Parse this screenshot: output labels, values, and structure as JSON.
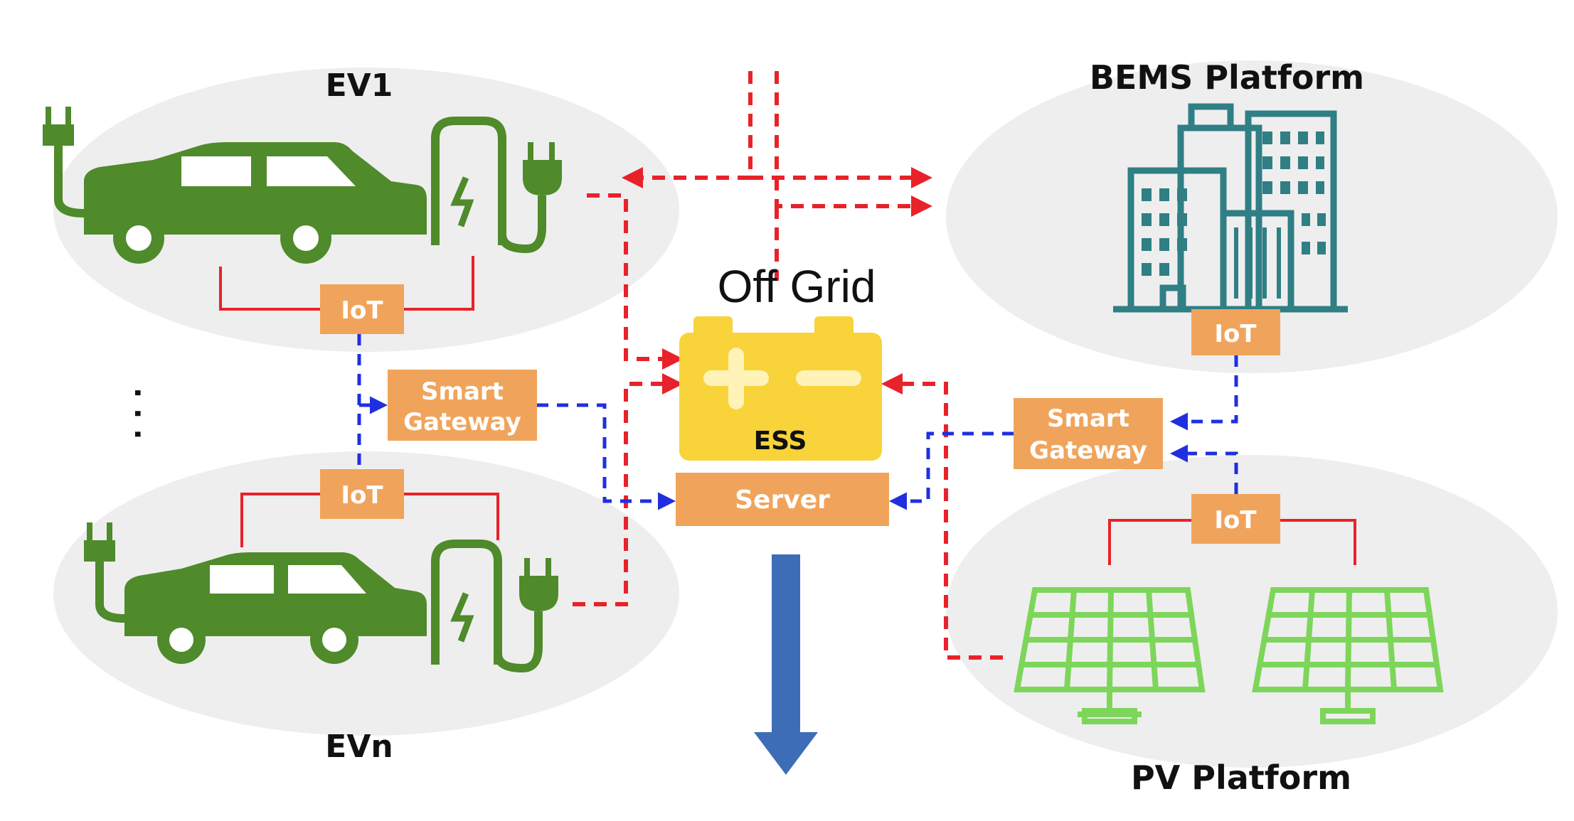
{
  "labels": {
    "ev1": "EV1",
    "evn": "EVn",
    "bems": "BEMS Platform",
    "pv": "PV Platform",
    "off_grid": "Off Grid",
    "ess": "ESS",
    "server": "Server",
    "iot": "IoT",
    "smart_gateway_line1": "Smart",
    "smart_gateway_line2": "Gateway",
    "ellipsis": ". . ."
  },
  "colors": {
    "ellipse": "#eeeeee",
    "ev_green": "#4f8a2b",
    "box_orange": "#f0a45b",
    "battery_yellow": "#f8d33a",
    "building_teal": "#2f7f85",
    "pv_green": "#7dd65a",
    "power_line": "#e8222a",
    "data_line": "#1f2fe0",
    "arrow_blue": "#3d6db6"
  }
}
